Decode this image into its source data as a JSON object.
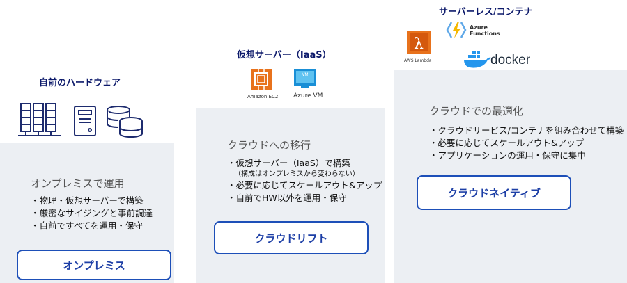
{
  "stages": [
    {
      "header": "自前のハードウェア",
      "title": "オンプレミスで運用",
      "bullets": [
        "・物理・仮想サーバーで構築",
        "・厳密なサイジングと事前調達",
        "・自前ですべてを運用・保守"
      ],
      "button": "オンプレミス",
      "icons": [
        "server-rack-icon",
        "server-box-icon",
        "database-icon"
      ]
    },
    {
      "header": "仮想サーバー（IaaS）",
      "title": "クラウドへの移行",
      "bullets": [
        "・仮想サーバー（IaaS）で構築",
        "・必要に応じてスケールアウト&アップ",
        "・自前でHW以外を運用・保守"
      ],
      "note": "（構成はオンプレミスから変わらない）",
      "button": "クラウドリフト",
      "logos": [
        {
          "icon": "amazon-ec2-icon",
          "label": "Amazon EC2"
        },
        {
          "icon": "azure-vm-icon",
          "label": "Azure VM",
          "badge": "VM"
        }
      ]
    },
    {
      "header": "サーバーレス/コンテナ",
      "title": "クラウドでの最適化",
      "bullets": [
        "・クラウドサービス/コンテナを組み合わせて構築",
        "・必要に応じてスケールアウト&アップ",
        "・アプリケーションの運用・保守に集中"
      ],
      "button": "クラウドネイティブ",
      "logos": [
        {
          "icon": "aws-lambda-icon",
          "label": "AWS Lambda"
        },
        {
          "icon": "azure-functions-icon",
          "label": "Azure Functions"
        },
        {
          "icon": "docker-icon",
          "label": "docker"
        }
      ]
    }
  ],
  "colors": {
    "accent": "#1d4fb8",
    "header": "#0d1a6b",
    "step_bg": "#eceff3",
    "aws_orange": "#e8721c",
    "azure_blue": "#1a8fd6",
    "docker_blue": "#2496ed"
  }
}
